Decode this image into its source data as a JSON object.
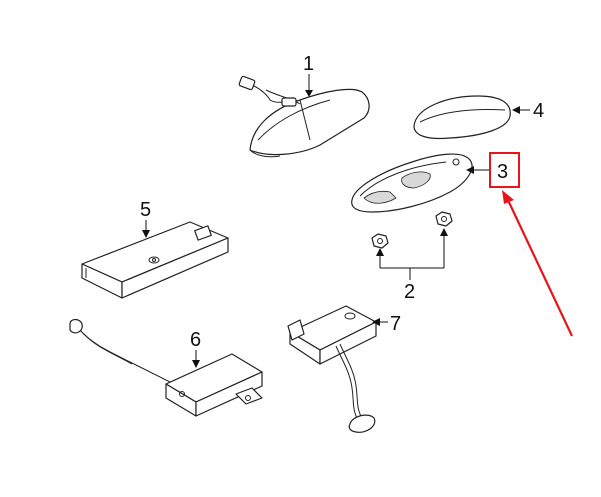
{
  "callouts": {
    "c1": "1",
    "c2": "2",
    "c3": "3",
    "c4": "4",
    "c5": "5",
    "c6": "6",
    "c7": "7"
  },
  "highlight_color": "#e8141c"
}
